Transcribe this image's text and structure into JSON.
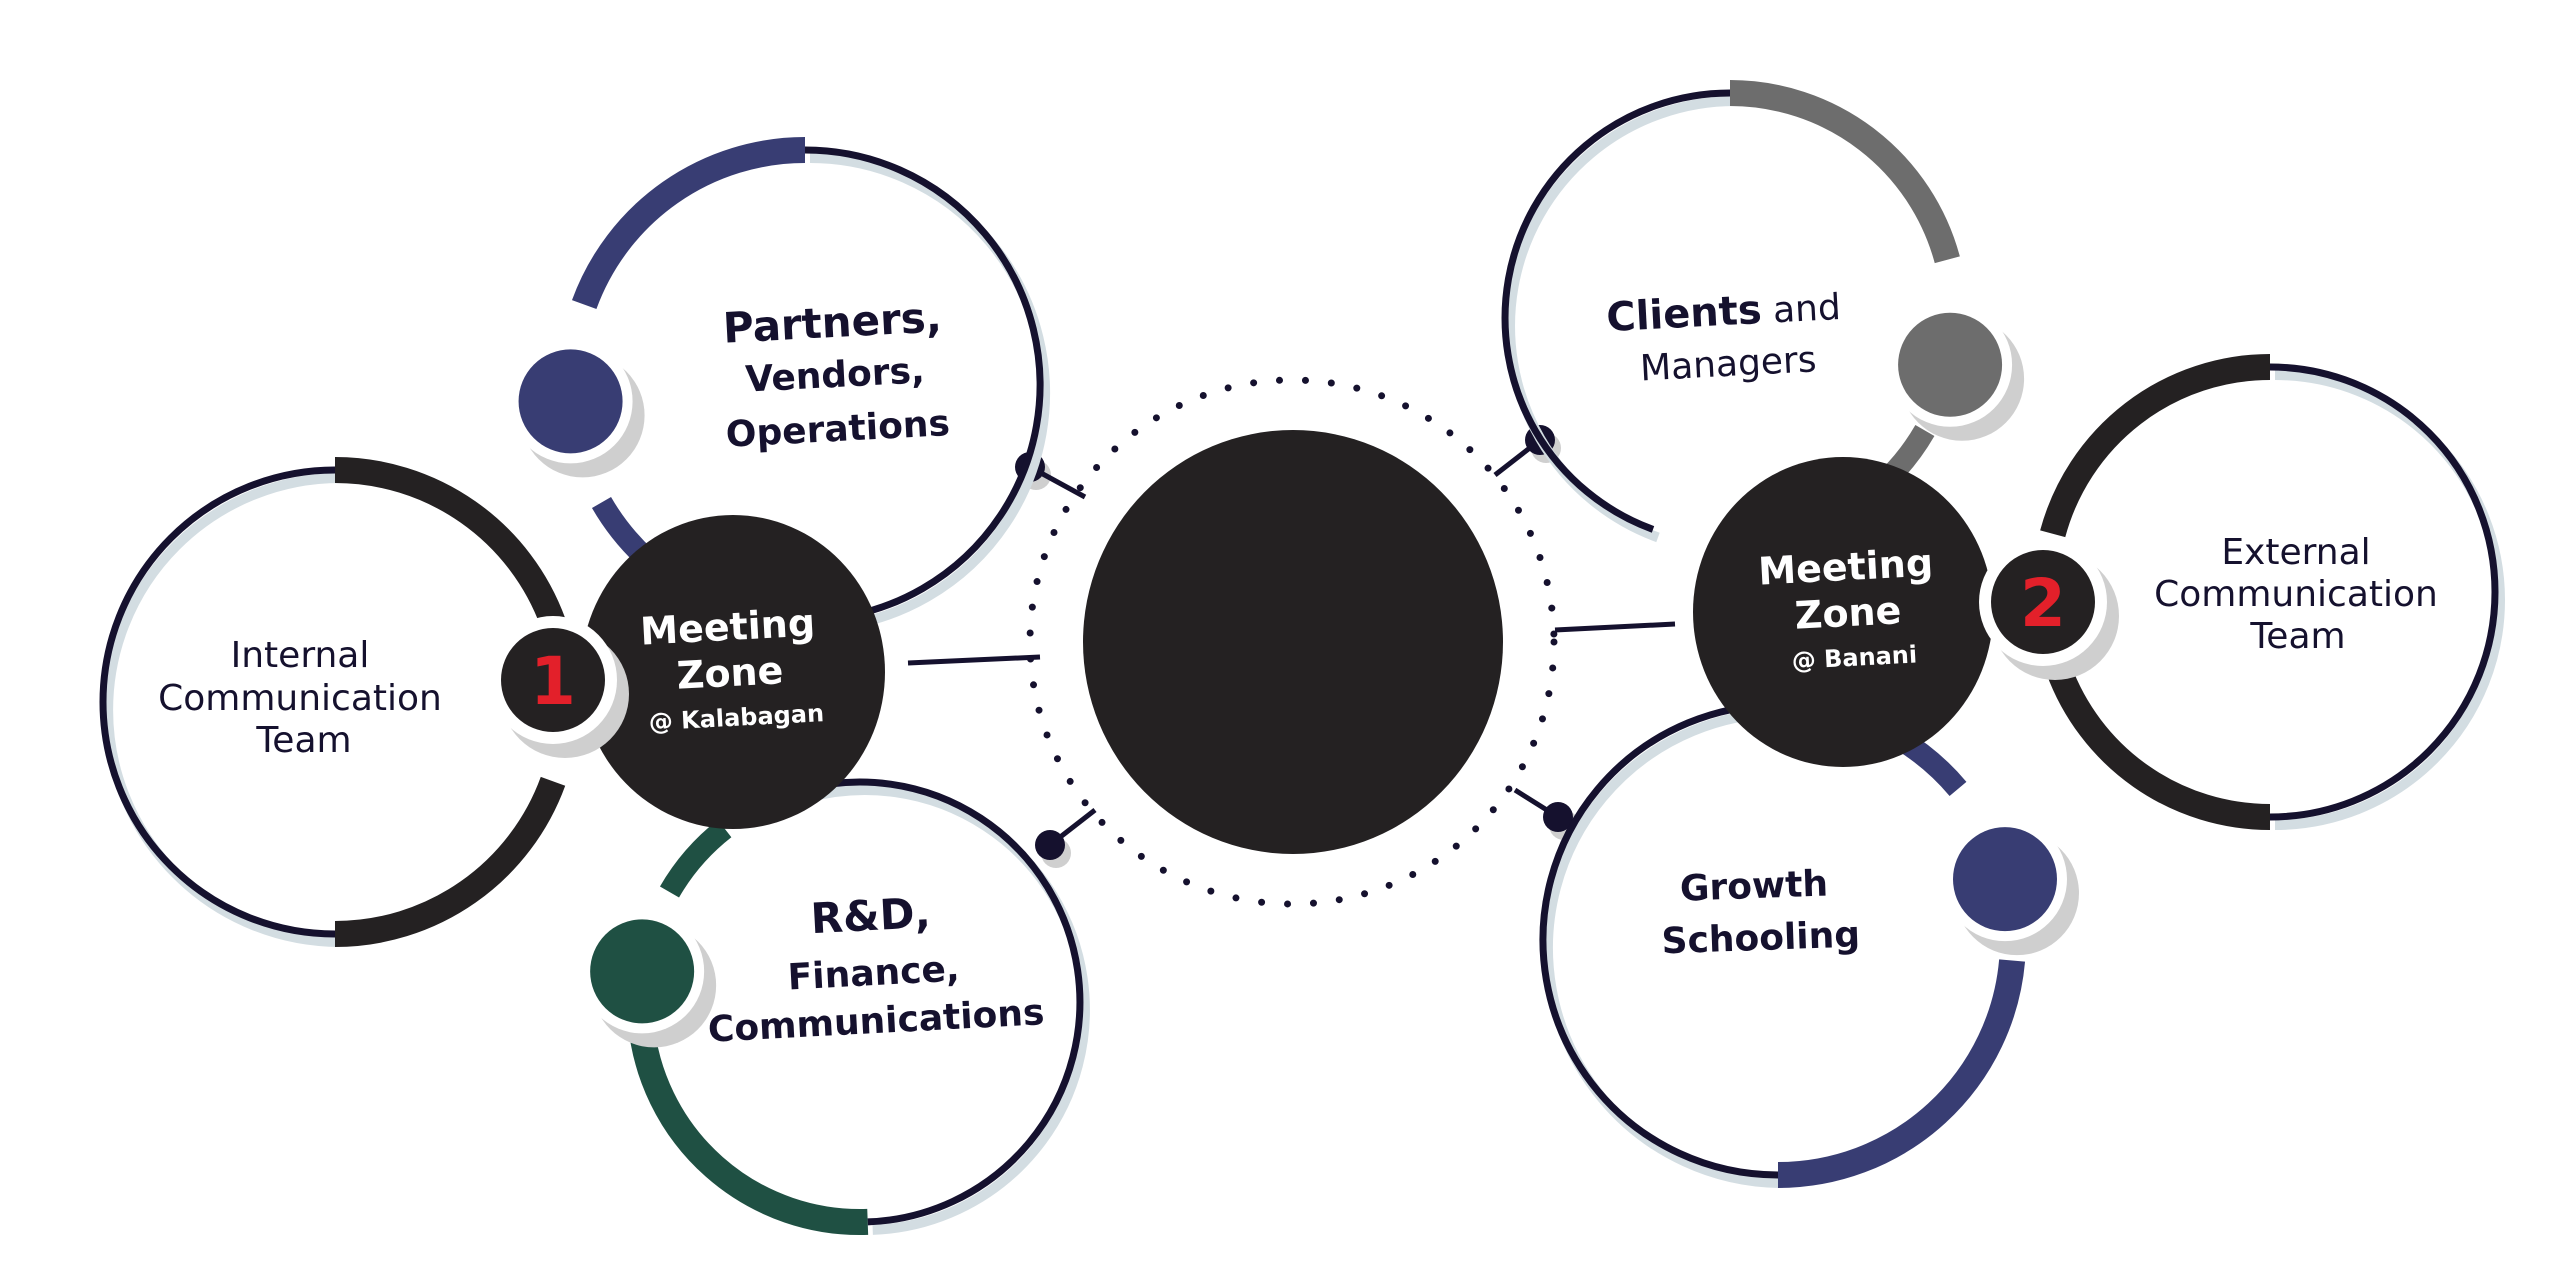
{
  "colors": {
    "navy_line": "#15112e",
    "ring_shadow": "#d3dde2",
    "hub_fill": "#242122",
    "badge_number": "#e3202a",
    "blue": "#383d73",
    "green": "#1f5043",
    "gray": "#6d6d6d",
    "black_arc": "#242122",
    "knob_shadow": "#cfcfcf",
    "label_text": "#15112e"
  },
  "center": {
    "label": ""
  },
  "hubs": [
    {
      "id": "kalabagan",
      "title_line1": "Meeting",
      "title_line2": "Zone",
      "location": "@ Kalabagan",
      "badge": "1"
    },
    {
      "id": "banani",
      "title_line1": "Meeting",
      "title_line2": "Zone",
      "location": "@ Banani",
      "badge": "2"
    }
  ],
  "nodes": [
    {
      "id": "internal-communication",
      "lines": [
        "Internal",
        "Communication",
        "Team"
      ],
      "accent": "black"
    },
    {
      "id": "partners-vendors-operations",
      "lines": [
        "Partners,",
        "Vendors,",
        "Operations"
      ],
      "accent": "blue"
    },
    {
      "id": "rnd-finance-communications",
      "lines": [
        "R&D,",
        "Finance,",
        "Communications"
      ],
      "accent": "green"
    },
    {
      "id": "clients-managers",
      "line1_bold": "Clients",
      "line1_rest": " and",
      "line2": "Managers",
      "accent": "gray"
    },
    {
      "id": "external-communication",
      "lines": [
        "External",
        "Communication",
        "Team"
      ],
      "accent": "black"
    },
    {
      "id": "growth-schooling",
      "lines": [
        "Growth",
        "Schooling"
      ],
      "accent": "blue"
    }
  ]
}
